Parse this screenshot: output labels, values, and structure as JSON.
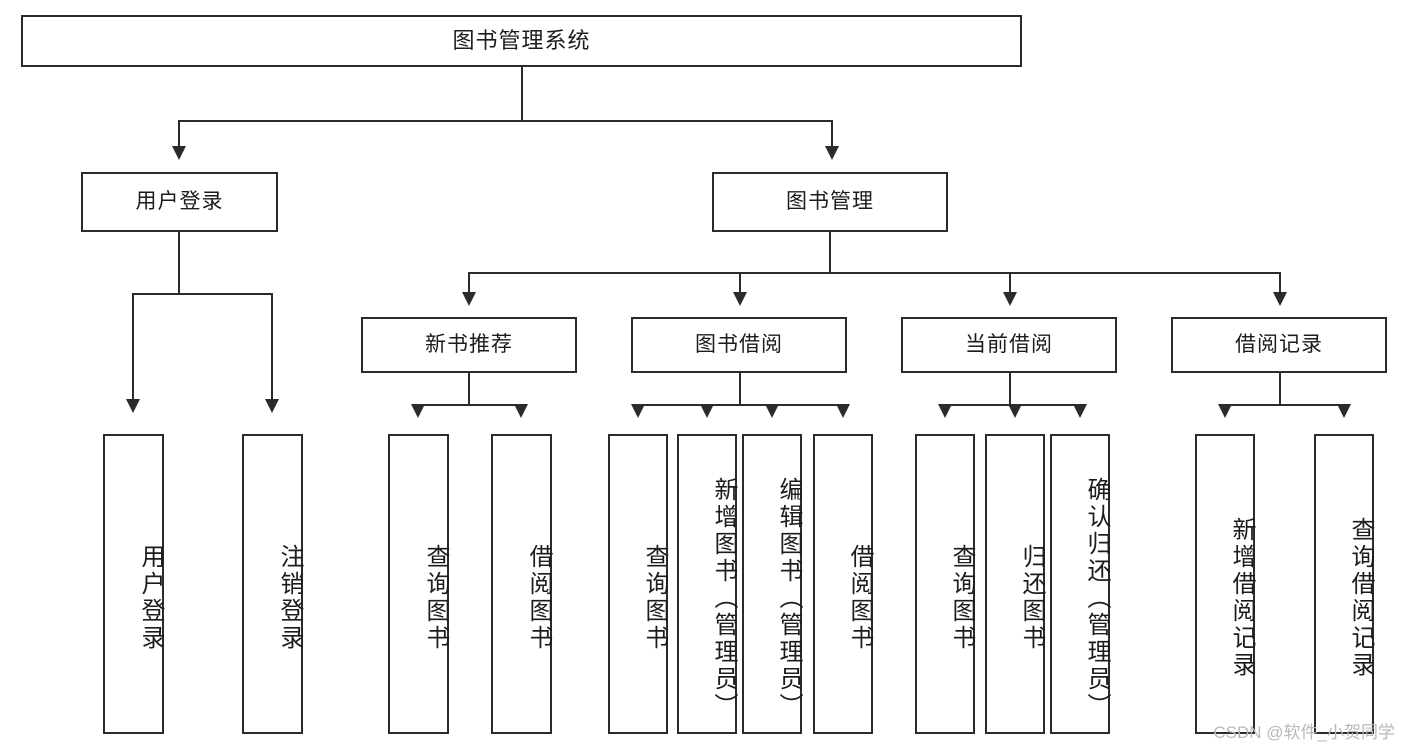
{
  "diagram": {
    "title": "图书管理系统",
    "watermark": "CSDN @软件_小贺同学",
    "type": "tree-hierarchy-chart",
    "root": {
      "label": "图书管理系统"
    },
    "level2": [
      {
        "label": "用户登录"
      },
      {
        "label": "图书管理"
      }
    ],
    "level3": [
      {
        "label": "新书推荐"
      },
      {
        "label": "图书借阅"
      },
      {
        "label": "当前借阅"
      },
      {
        "label": "借阅记录"
      }
    ],
    "leaves": {
      "user_login": [
        {
          "label": "用户登录"
        },
        {
          "label": "注销登录"
        }
      ],
      "new_book_recommend": [
        {
          "label": "查询图书"
        },
        {
          "label": "借阅图书"
        }
      ],
      "book_borrow": [
        {
          "label": "查询图书"
        },
        {
          "label": "新增图书（管理员）"
        },
        {
          "label": "编辑图书（管理员）"
        },
        {
          "label": "借阅图书"
        }
      ],
      "current_borrow": [
        {
          "label": "查询图书"
        },
        {
          "label": "归还图书"
        },
        {
          "label": "确认归还（管理员）"
        }
      ],
      "borrow_record": [
        {
          "label": "新增借阅记录"
        },
        {
          "label": "查询借阅记录"
        }
      ]
    },
    "colors": {
      "stroke": "#2b2b2b",
      "fill": "#ffffff",
      "text": "#1c1c1c",
      "watermark": "#b9b9b9"
    }
  }
}
